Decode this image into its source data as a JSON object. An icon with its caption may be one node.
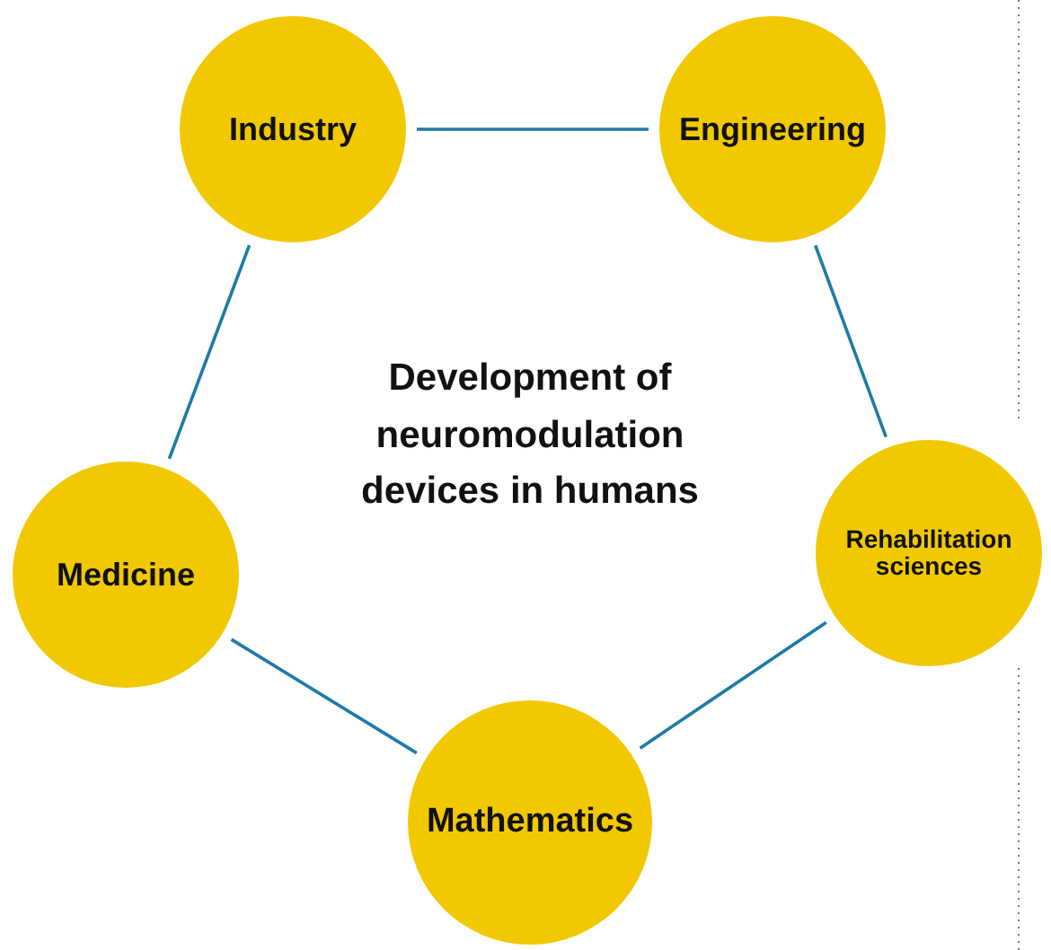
{
  "diagram": {
    "nodes": [
      {
        "text": [
          "Industry"
        ]
      },
      {
        "text": [
          "Engineering"
        ]
      },
      {
        "text": [
          "Medicine"
        ]
      },
      {
        "text": [
          "Rehabilitation sciences"
        ]
      },
      {
        "text": [
          "Mathematics"
        ]
      }
    ],
    "edges": [
      {
        "from": 0,
        "to": 1,
        "arrow": "none"
      },
      {
        "from": 1,
        "to": 3,
        "arrow": "none"
      },
      {
        "from": 3,
        "to": 4,
        "arrow": "none"
      },
      {
        "from": 4,
        "to": 2,
        "arrow": "none"
      },
      {
        "from": 2,
        "to": 0,
        "arrow": "none"
      }
    ],
    "labels": [
      "Development of neuromodulation devices in humans"
    ]
  }
}
